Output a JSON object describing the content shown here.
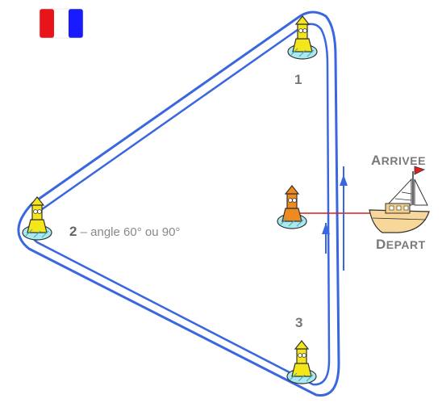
{
  "flag": {
    "colors": [
      "#e8141a",
      "#ffffff",
      "#1a1aff"
    ]
  },
  "buoys": {
    "b1": {
      "label": "1",
      "color": "#f4e619"
    },
    "b2": {
      "label": "2",
      "color": "#f4e619"
    },
    "b3": {
      "label": "3",
      "color": "#f4e619"
    },
    "start": {
      "color": "#f08a1e"
    }
  },
  "angle_note": {
    "sep": "– angle 60° ou 90°"
  },
  "boat": {
    "arrivee_first": "A",
    "arrivee_rest": "RRIVEE",
    "depart_first": "D",
    "depart_rest": "EPART",
    "hull_color": "#f7d79a"
  },
  "course": {
    "line_color": "#3a66e0",
    "start_line_color": "#d81e1e"
  }
}
